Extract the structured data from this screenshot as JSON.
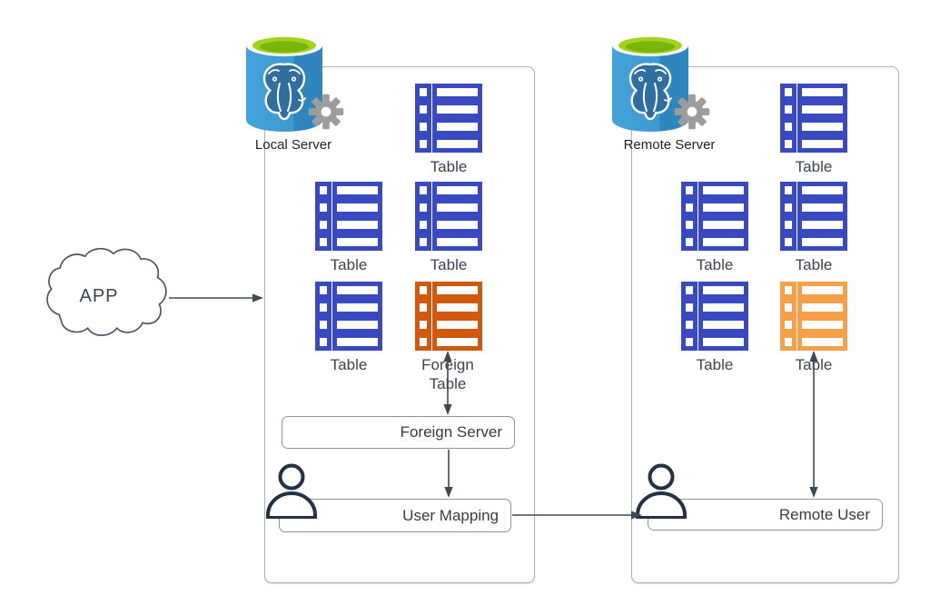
{
  "app": {
    "label": "APP"
  },
  "local": {
    "server_label": "Local Server",
    "tables": [
      "Table",
      "Table",
      "Table",
      "Table"
    ],
    "foreign_table_label": "Foreign Table",
    "foreign_server_label": "Foreign Server",
    "user_mapping_label": "User Mapping"
  },
  "remote": {
    "server_label": "Remote Server",
    "tables": [
      "Table",
      "Table",
      "Table",
      "Table",
      "Table"
    ],
    "remote_user_label": "Remote User"
  },
  "icons": {
    "local_server": "postgresql-database-with-gear-icon",
    "remote_server": "postgresql-database-with-gear-icon",
    "table": "table-rows-icon",
    "foreign_table": "table-rows-icon-orange",
    "user": "person-icon",
    "app": "cloud-shape"
  },
  "colors": {
    "table_blue": "#3b49c1",
    "foreign_table_orange": "#d1590f",
    "remote_highlight_orange": "#f7a04a",
    "postgres_cylinder_blue": "#3d9ad1",
    "postgres_top_green": "#a5d21c",
    "gear_gray": "#9c9c9c",
    "connector_dark": "#3e4956",
    "container_border": "#a9b2c4"
  }
}
